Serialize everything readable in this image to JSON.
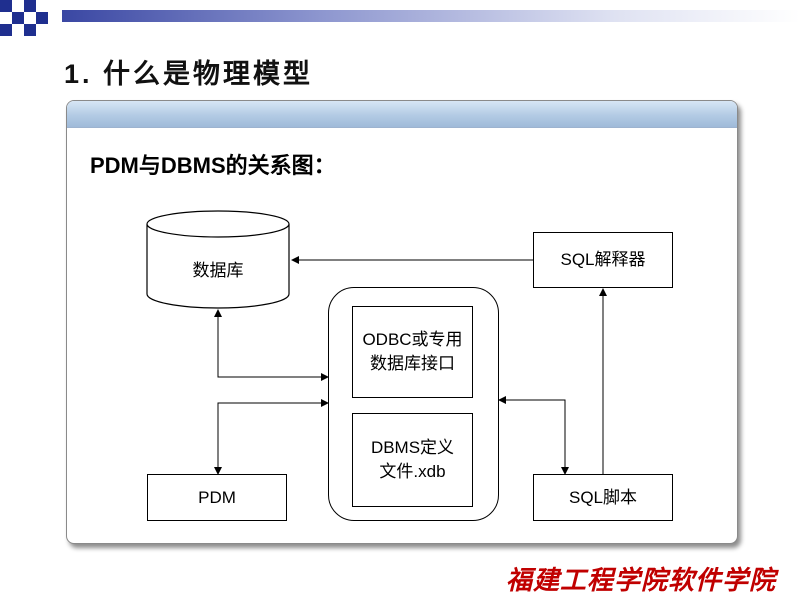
{
  "slide": {
    "title": "1. 什么是物理模型",
    "subtitle": "PDM与DBMS的关系图：",
    "footer": "福建工程学院软件学院"
  },
  "diagram": {
    "database": "数据库",
    "sql_interpreter": "SQL解释器",
    "odbc_line1": "ODBC或专用",
    "odbc_line2": "数据库接口",
    "dbms_line1": "DBMS定义",
    "dbms_line2": "文件.xdb",
    "pdm": "PDM",
    "sql_script": "SQL脚本"
  },
  "colors": {
    "accent_blue": "#1f2f8f",
    "header_blue": "#b3cbe4",
    "footer_red": "#c00000"
  }
}
